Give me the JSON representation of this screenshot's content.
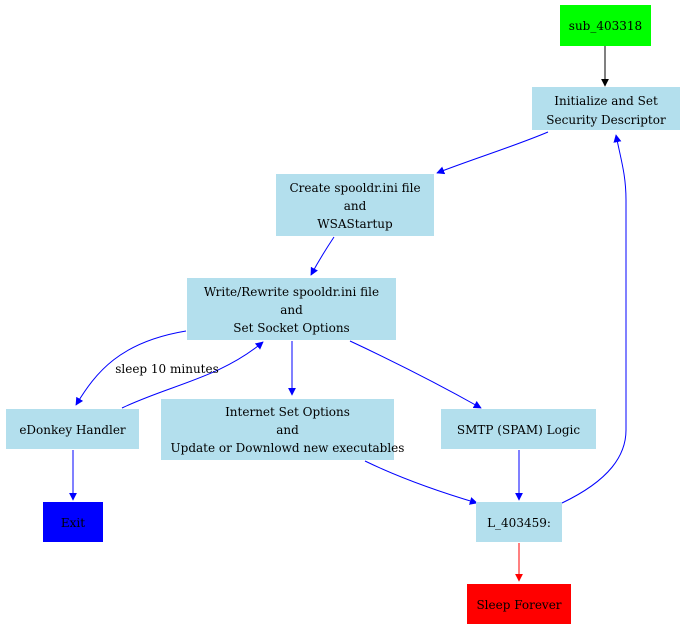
{
  "colors": {
    "node_default": "#b3dfed",
    "node_start": "#00ff00",
    "node_exit": "#0000ff",
    "node_sleep": "#ff0000",
    "edge_default": "#0000ff",
    "edge_start": "#000000",
    "edge_sleep": "#ff0000"
  },
  "nodes": {
    "start": {
      "lines": [
        "sub_403318"
      ]
    },
    "init": {
      "lines": [
        "Initialize and Set",
        "Security Descriptor"
      ]
    },
    "create": {
      "lines": [
        "Create spooldr.ini file",
        "and",
        "WSAStartup"
      ]
    },
    "write": {
      "lines": [
        "Write/Rewrite spooldr.ini file",
        "and",
        "Set Socket Options"
      ]
    },
    "edonkey": {
      "lines": [
        "eDonkey Handler"
      ]
    },
    "internet": {
      "lines": [
        "Internet Set Options",
        "and",
        "Update or Downlowd new executables"
      ]
    },
    "smtp": {
      "lines": [
        "SMTP (SPAM) Logic"
      ]
    },
    "exit": {
      "lines": [
        "Exit"
      ]
    },
    "l403459": {
      "lines": [
        "L_403459:"
      ]
    },
    "sleep": {
      "lines": [
        "Sleep Forever"
      ]
    }
  },
  "edges": {
    "sleep_label": "sleep 10 minutes"
  }
}
